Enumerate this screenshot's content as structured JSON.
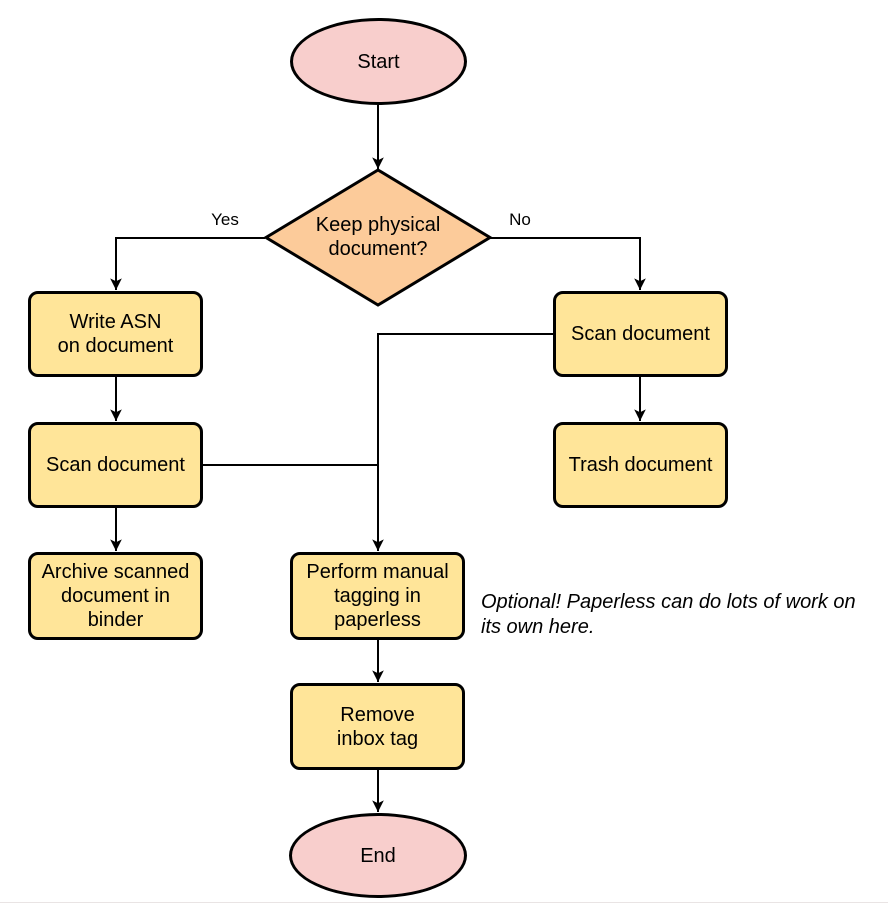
{
  "flowchart": {
    "nodes": {
      "start": {
        "label": "Start",
        "shape": "ellipse"
      },
      "decision": {
        "label": [
          "Keep physical",
          "document?"
        ],
        "shape": "diamond"
      },
      "write_asn": {
        "label": [
          "Write ASN",
          "on document"
        ],
        "shape": "process"
      },
      "scan_left": {
        "label": "Scan document",
        "shape": "process"
      },
      "archive": {
        "label": [
          "Archive scanned",
          "document in",
          "binder"
        ],
        "shape": "process"
      },
      "scan_right": {
        "label": "Scan document",
        "shape": "process"
      },
      "trash": {
        "label": "Trash document",
        "shape": "process"
      },
      "tagging": {
        "label": [
          "Perform manual",
          "tagging in",
          "paperless"
        ],
        "shape": "process"
      },
      "remove_inbox": {
        "label": [
          "Remove",
          "inbox tag"
        ],
        "shape": "process"
      },
      "end": {
        "label": "End",
        "shape": "ellipse"
      }
    },
    "edges": [
      {
        "from": "start",
        "to": "decision",
        "label": ""
      },
      {
        "from": "decision",
        "to": "write_asn",
        "label": "Yes"
      },
      {
        "from": "decision",
        "to": "scan_right",
        "label": "No"
      },
      {
        "from": "write_asn",
        "to": "scan_left",
        "label": ""
      },
      {
        "from": "scan_left",
        "to": "archive",
        "label": ""
      },
      {
        "from": "scan_left",
        "to": "tagging",
        "label": ""
      },
      {
        "from": "scan_right",
        "to": "trash",
        "label": ""
      },
      {
        "from": "scan_right",
        "to": "tagging",
        "label": ""
      },
      {
        "from": "tagging",
        "to": "remove_inbox",
        "label": ""
      },
      {
        "from": "remove_inbox",
        "to": "end",
        "label": ""
      }
    ],
    "note": [
      "Optional! Paperless can do lots of work on",
      "its own here."
    ],
    "colors": {
      "terminal_fill": "#F8CECC",
      "decision_fill": "#FCCB9A",
      "process_fill": "#FFE599",
      "stroke": "#000000",
      "background": "#FFFFFF"
    }
  }
}
